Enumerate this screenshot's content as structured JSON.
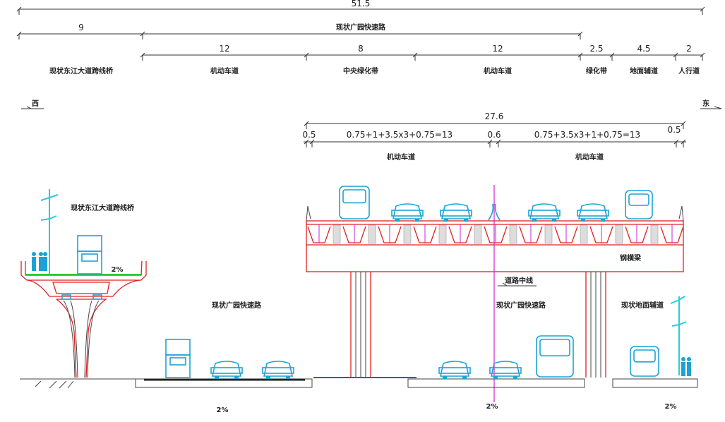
{
  "dimensions": {
    "total": "51.5",
    "west_bridge_width": "9",
    "expressway_label": "现状广园快速路",
    "segments": [
      {
        "value": "12",
        "label": "机动车道"
      },
      {
        "value": "8",
        "label": "中央绿化带"
      },
      {
        "value": "12",
        "label": "机动车道"
      },
      {
        "value": "2.5",
        "label": "绿化带"
      },
      {
        "value": "4.5",
        "label": "地面辅道"
      },
      {
        "value": "2",
        "label": "人行道"
      }
    ],
    "west_bridge_label": "现状东江大道跨线桥"
  },
  "directions": {
    "west": "西",
    "east": "东"
  },
  "viaduct": {
    "total": "27.6",
    "left_edge": "0.5",
    "left_formula": "0.75+1+3.5x3+0.75=13",
    "median": "0.6",
    "right_formula": "0.75+3.5x3+1+0.75=13",
    "right_edge": "0.5",
    "left_lane_label": "机动车道",
    "right_lane_label": "机动车道",
    "crossbeam_label": "钢横梁",
    "centerline_label": "道路中线"
  },
  "ground": {
    "west_bridge_label": "现状东江大道跨线桥",
    "expressway_left": "现状广园快速路",
    "expressway_right": "现状广园快速路",
    "side_road": "现状地面辅道",
    "slopes": [
      "2%",
      "2%",
      "2%",
      "2%"
    ]
  },
  "colors": {
    "structure": "#e02020",
    "vehicle": "#1aa3d6",
    "centerline": "#d020d0",
    "green": "#35c035"
  }
}
